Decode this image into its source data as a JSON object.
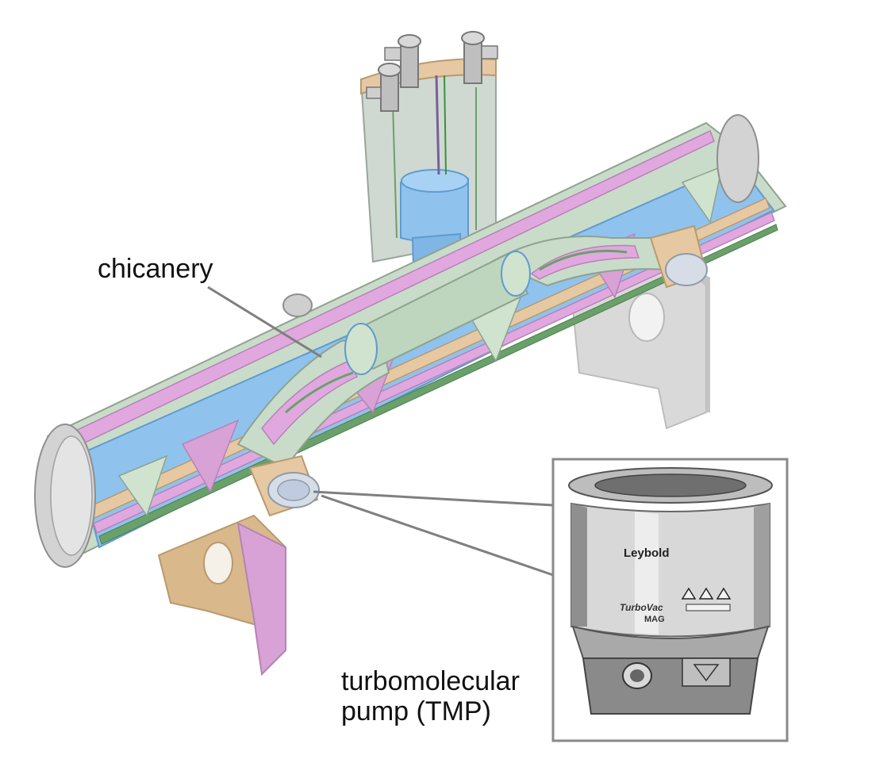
{
  "labels": {
    "chicanery": "chicanery",
    "tmp_line1": "turbomolecular",
    "tmp_line2": "pump (TMP)"
  },
  "pump_inset": {
    "brand": "Leybold",
    "model_line1": "TurboVac",
    "model_line2": "MAG"
  },
  "colors": {
    "chamber_outer": "#c9dcc9",
    "chamber_inner": "#b8d2ee",
    "interior_blue": "#8fc3ee",
    "pink_rail": "#e1a8e0",
    "tan_flange": "#e6c9a3",
    "support_grey": "#d7d7d7",
    "support_tan": "#d9b98b",
    "support_pink": "#d8a2d6",
    "inset_border": "#8a8a8a"
  }
}
